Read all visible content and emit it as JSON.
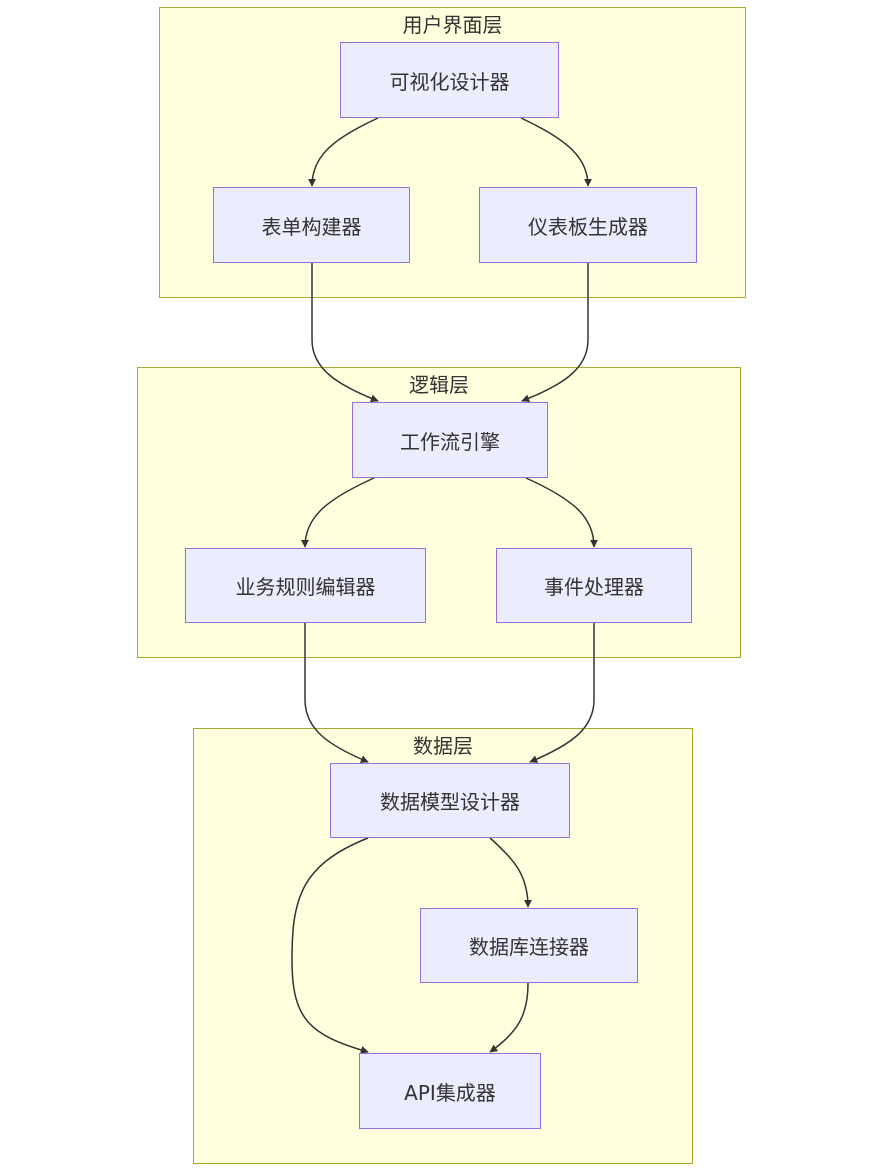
{
  "colors": {
    "cluster_fill": "#ffffde",
    "cluster_border": "#aaaa33",
    "node_fill": "#ececff",
    "node_border": "#9370db",
    "edge": "#333333",
    "text": "#333333"
  },
  "clusters": {
    "ui": {
      "title": "用户界面层"
    },
    "logic": {
      "title": "逻辑层"
    },
    "data": {
      "title": "数据层"
    }
  },
  "nodes": {
    "visual_designer": "可视化设计器",
    "form_builder": "表单构建器",
    "dashboard_generator": "仪表板生成器",
    "workflow_engine": "工作流引擎",
    "business_rule_editor": "业务规则编辑器",
    "event_handler": "事件处理器",
    "data_model_designer": "数据模型设计器",
    "db_connector": "数据库连接器",
    "api_integrator": "API集成器"
  },
  "edges": [
    {
      "from": "visual_designer",
      "to": "form_builder"
    },
    {
      "from": "visual_designer",
      "to": "dashboard_generator"
    },
    {
      "from": "form_builder",
      "to": "workflow_engine"
    },
    {
      "from": "dashboard_generator",
      "to": "workflow_engine"
    },
    {
      "from": "workflow_engine",
      "to": "business_rule_editor"
    },
    {
      "from": "workflow_engine",
      "to": "event_handler"
    },
    {
      "from": "business_rule_editor",
      "to": "data_model_designer"
    },
    {
      "from": "event_handler",
      "to": "data_model_designer"
    },
    {
      "from": "data_model_designer",
      "to": "db_connector"
    },
    {
      "from": "data_model_designer",
      "to": "api_integrator"
    },
    {
      "from": "db_connector",
      "to": "api_integrator"
    }
  ]
}
